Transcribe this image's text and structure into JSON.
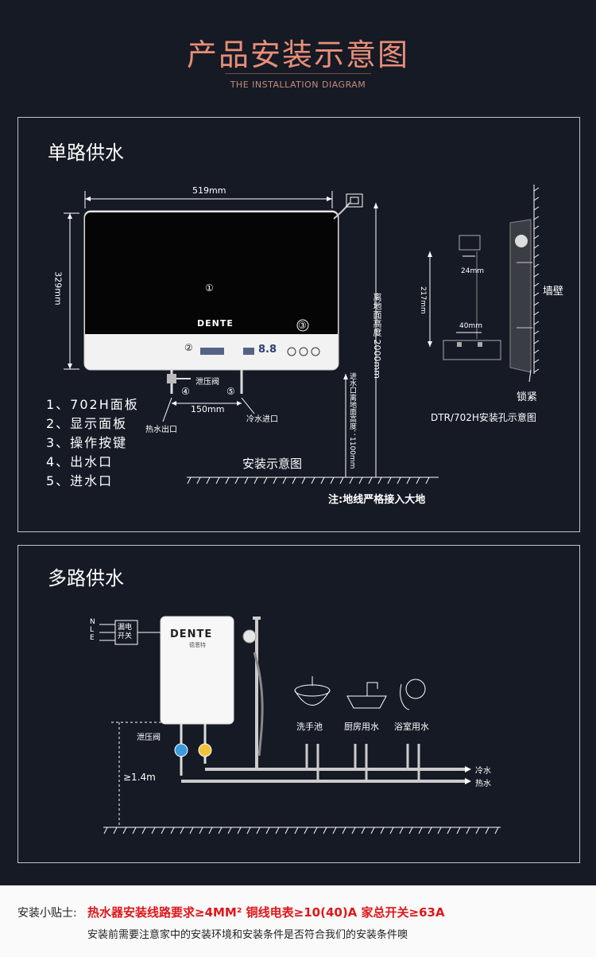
{
  "header": {
    "title": "产品安装示意图",
    "subtitle": "THE INSTALLATION DIAGRAM"
  },
  "single_supply": {
    "title": "单路供水",
    "width_dim": "519mm",
    "height_dim": "329mm",
    "panel_number": "①",
    "display_number": "②",
    "button_number": "③",
    "outlet_number": "④",
    "inlet_number": "⑤",
    "brand": "DENTE",
    "display_text": "8.8",
    "valve_label": "泄压阀",
    "pipe_dim": "150mm",
    "hot_outlet_label": "热水出口",
    "cold_inlet_label": "冷水进口",
    "legend": [
      "1、702H面板",
      "2、显示面板",
      "3、操作按键",
      "4、出水口",
      "5、进水口"
    ],
    "install_caption": "安装示意图",
    "height_from_ground": "离地面高度  2000mm",
    "inlet_height": "进水口离地面高度：1100mm",
    "ground_note": "注:地线严格接入大地",
    "hole_dim_24": "24mm",
    "hole_dim_217": "217mm",
    "hole_dim_40": "40mm",
    "wall_label": "墙壁",
    "lock_label": "锁紧",
    "hole_caption": "DTR/702H安装孔示意图"
  },
  "multi_supply": {
    "title": "多路供水",
    "nle_labels": [
      "N",
      "L",
      "E"
    ],
    "leakage_switch": "漏电\n开关",
    "brand": "DENTE",
    "brand_sub": "德恩特",
    "valve_label": "泄压阀",
    "height_label": "≥1.4m",
    "fixtures": [
      "洗手池",
      "厨房用水",
      "浴室用水"
    ],
    "cold_label": "冷水",
    "hot_label": "热水"
  },
  "footer": {
    "tip_prefix": "安装小贴士:",
    "tip_main": "热水器安装线路要求≥4MM²  铜线电表≥10(40)A 家总开关≥63A",
    "tip_sub": "安装前需要注意家中的安装环境和安装条件是否符合我们的安装条件噢"
  }
}
